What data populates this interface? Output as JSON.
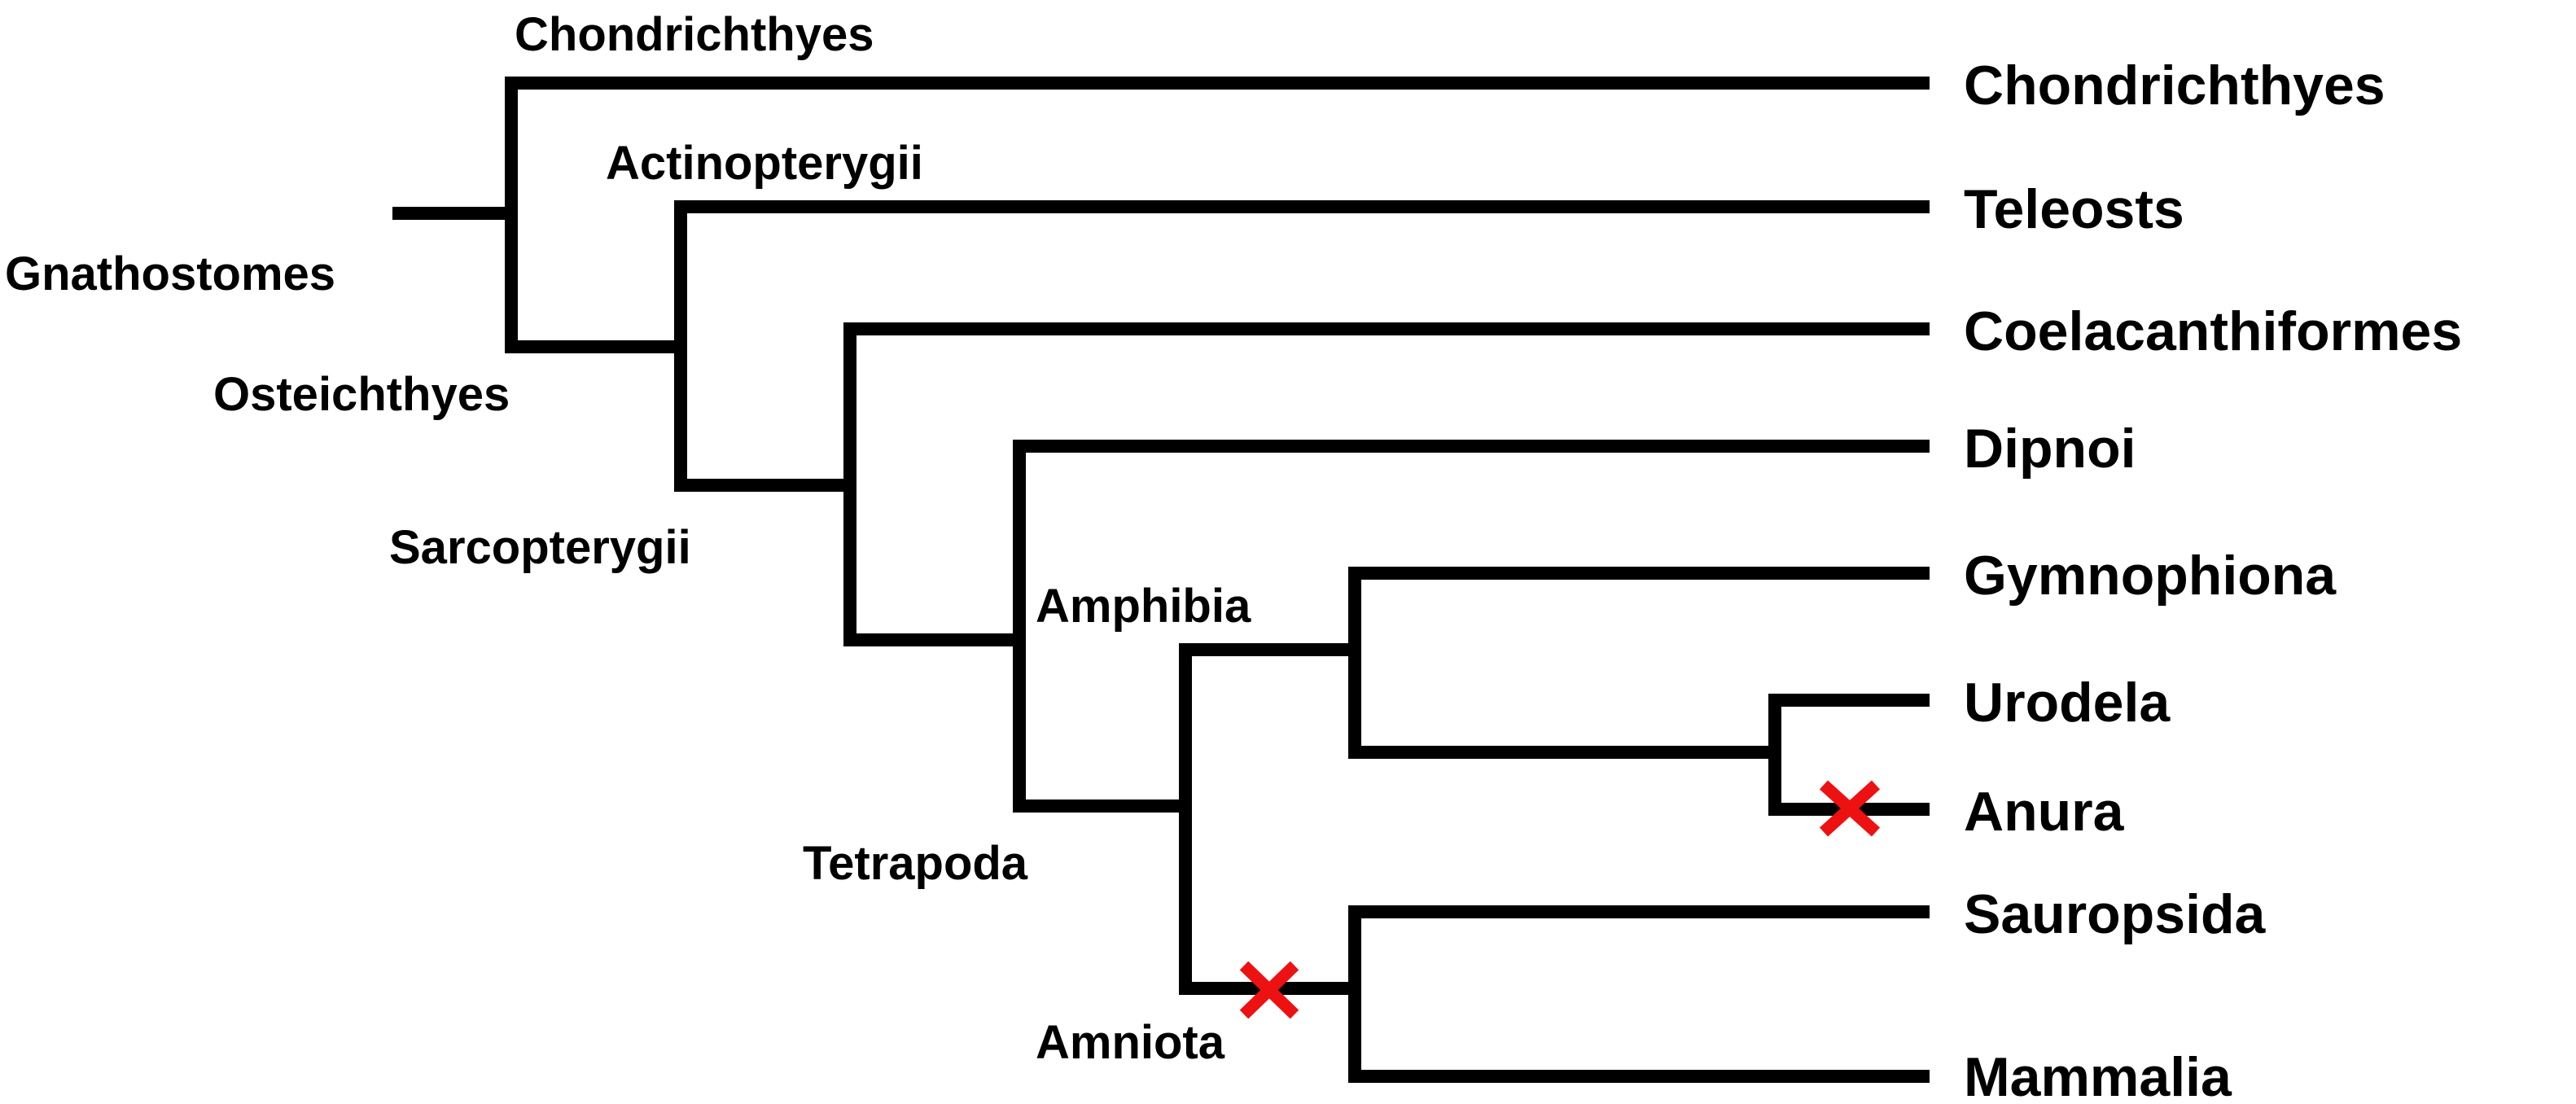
{
  "tree": {
    "internal_labels": {
      "gnathostomes": "Gnathostomes",
      "chondrichthyes": "Chondrichthyes",
      "osteichthyes": "Osteichthyes",
      "actinopterygii": "Actinopterygii",
      "sarcopterygii": "Sarcopterygii",
      "tetrapoda": "Tetrapoda",
      "amphibia": "Amphibia",
      "amniota": "Amniota"
    },
    "tips": [
      "Chondrichthyes",
      "Teleosts",
      "Coelacanthiformes",
      "Dipnoi",
      "Gymnophiona",
      "Urodela",
      "Anura",
      "Sauropsida",
      "Mammalia"
    ],
    "loss_markers": [
      "Anura",
      "Amniota"
    ],
    "colors": {
      "branch": "#000000",
      "text": "#000000",
      "loss_marker": "#ee1111"
    }
  }
}
